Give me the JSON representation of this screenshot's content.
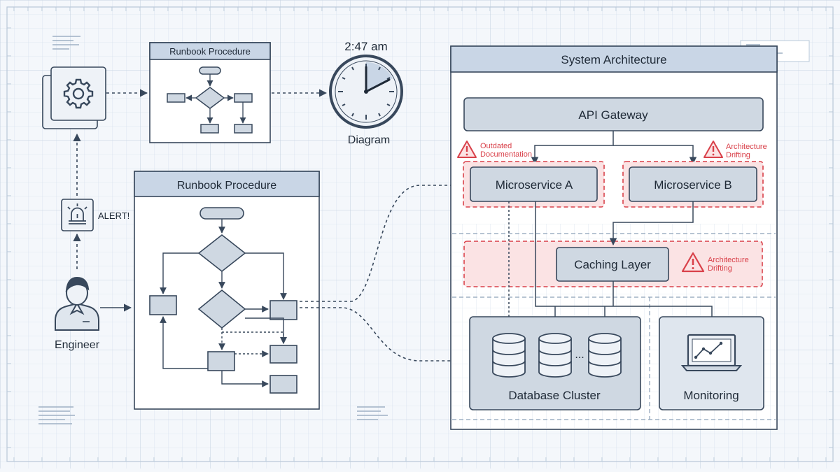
{
  "colors": {
    "background": "#f4f7fb",
    "grid": "#c9d6e4",
    "panel_header": "#c9d6e6",
    "node_fill": "#cfd8e2",
    "stroke": "#38485c",
    "warning": "#d9414a",
    "warning_fill": "#fbe3e4"
  },
  "top_runbook": {
    "title": "Runbook Procedure"
  },
  "clock": {
    "time": "2:47 am",
    "caption": "Diagram"
  },
  "alert": {
    "label": "ALERT!",
    "icon": "alarm-light-icon"
  },
  "engineer": {
    "label": "Engineer",
    "icon": "person-icon"
  },
  "main_runbook": {
    "title": "Runbook Procedure"
  },
  "architecture": {
    "title": "System Architecture",
    "api_gateway": "API Gateway",
    "microservice_a": "Microservice A",
    "microservice_b": "Microservice B",
    "caching_layer": "Caching Layer",
    "database_cluster": "Database Cluster",
    "database_ellipsis": "...",
    "monitoring": "Monitoring",
    "warnings": {
      "outdated_line1": "Outdated",
      "outdated_line2": "Documentation",
      "drift_b_line1": "Architecture",
      "drift_b_line2": "Drifting",
      "drift_cache_line1": "Architecture",
      "drift_cache_line2": "Drifting"
    }
  },
  "icons": [
    "gear-icon",
    "clock-icon",
    "alarm-light-icon",
    "person-icon",
    "warning-icon",
    "database-icon",
    "laptop-chart-icon"
  ]
}
